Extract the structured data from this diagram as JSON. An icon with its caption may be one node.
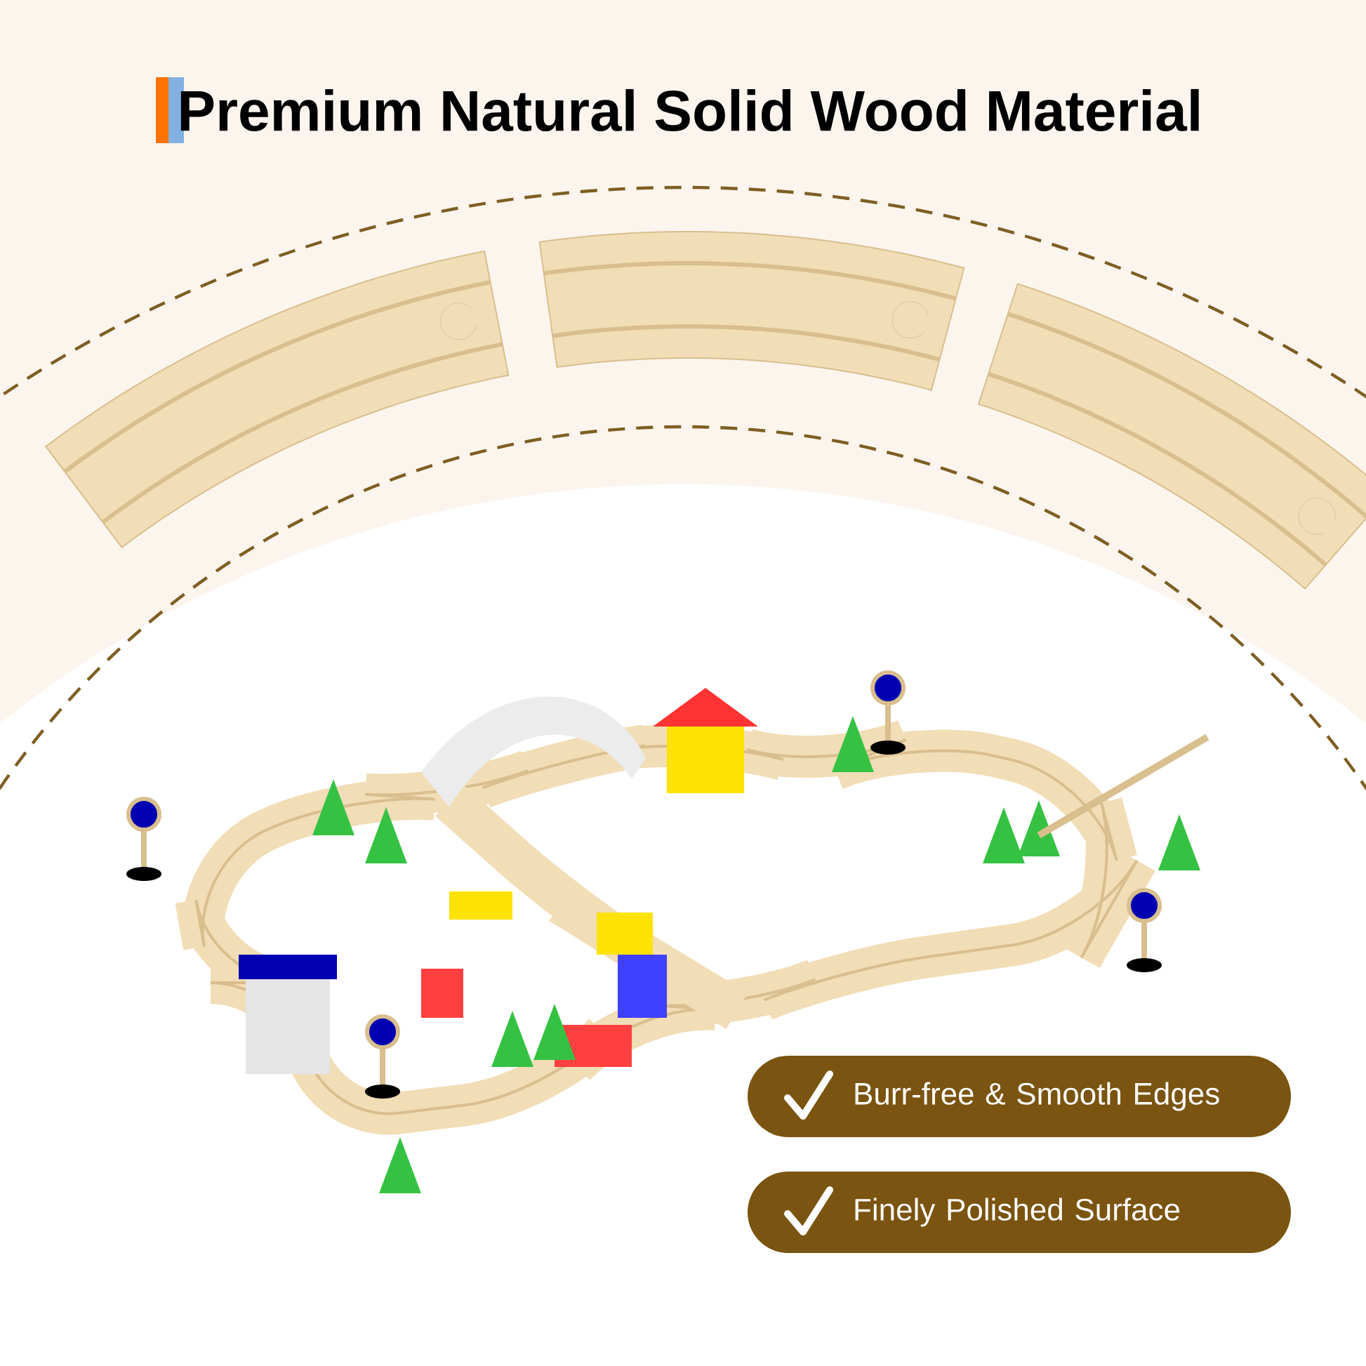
{
  "diagram": {
    "title": "Premium Natural Solid Wood Material",
    "nodes": [
      {
        "text": [
          "Burr-free & Smooth Edges"
        ]
      },
      {
        "text": [
          "Finely Polished Surface"
        ]
      }
    ]
  }
}
